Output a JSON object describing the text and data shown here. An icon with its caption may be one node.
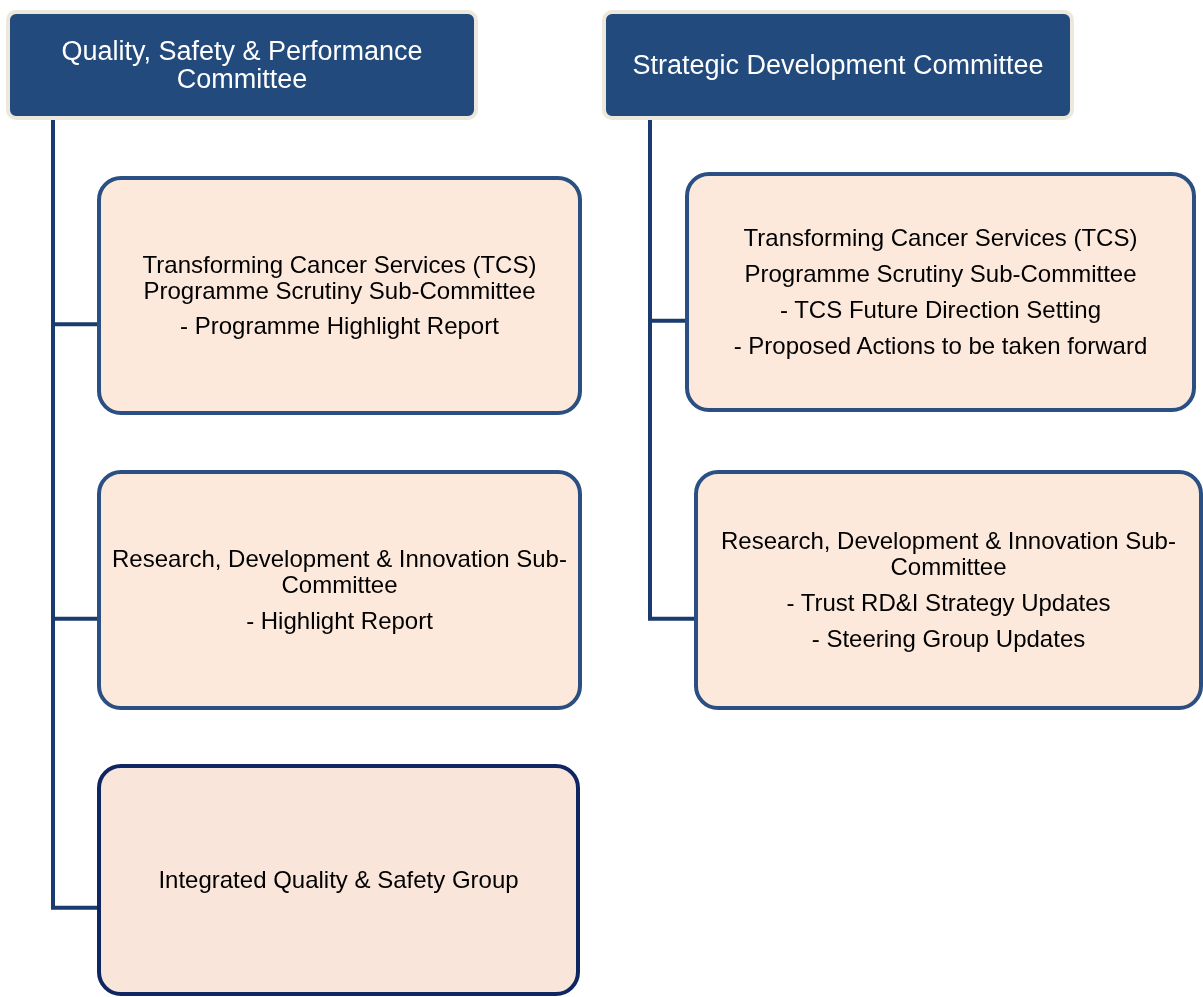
{
  "diagram": {
    "nodes": [
      {
        "text": [
          "Quality, Safety & Performance Committee"
        ]
      },
      {
        "text": [
          "Transforming Cancer Services (TCS) Programme Scrutiny Sub-Committee",
          "- Programme Highlight Report"
        ]
      },
      {
        "text": [
          "Research, Development & Innovation Sub-Committee",
          "- Highlight Report"
        ]
      },
      {
        "text": [
          "Integrated Quality & Safety Group"
        ]
      },
      {
        "text": [
          "Strategic Development Committee"
        ]
      },
      {
        "text": [
          "Transforming Cancer Services (TCS)",
          "Programme Scrutiny Sub-Committee",
          "- TCS Future Direction Setting",
          "- Proposed Actions to be taken forward"
        ]
      },
      {
        "text": [
          "Research, Development & Innovation Sub-Committee",
          "- Trust RD&I Strategy Updates",
          "- Steering Group Updates"
        ]
      }
    ],
    "edges": [
      {
        "from": 0,
        "to": 1,
        "arrow": "none"
      },
      {
        "from": 0,
        "to": 2,
        "arrow": "none"
      },
      {
        "from": 0,
        "to": 3,
        "arrow": "none"
      },
      {
        "from": 4,
        "to": 5,
        "arrow": "none"
      },
      {
        "from": 4,
        "to": 6,
        "arrow": "none"
      }
    ]
  }
}
